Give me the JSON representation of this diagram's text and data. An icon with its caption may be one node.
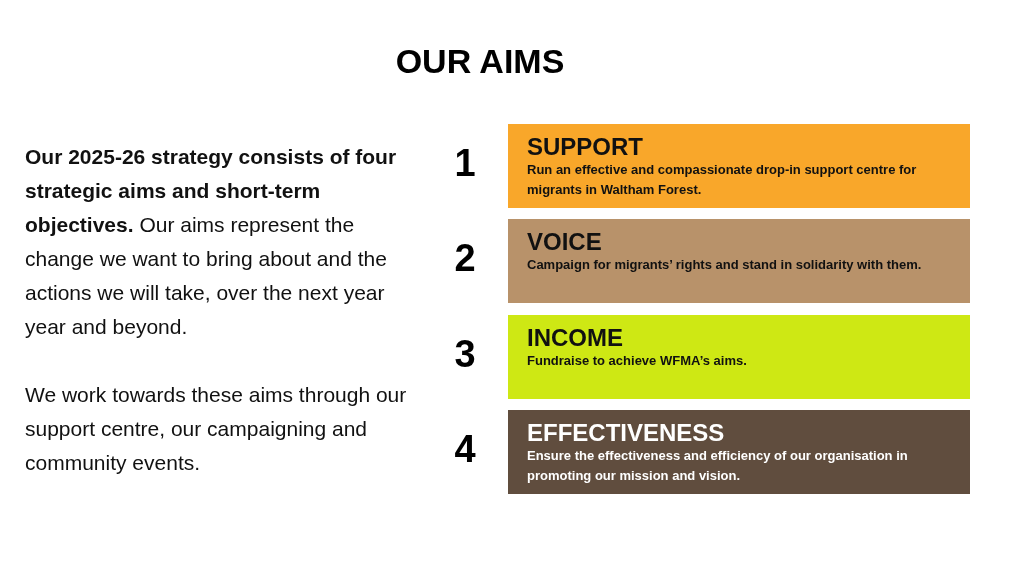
{
  "diagram": {
    "title": "OUR AIMS",
    "nodes": [
      {
        "text": [
          "SUPPORT",
          "Run an effective and compassionate drop-in support centre for migrants in Waltham Forest."
        ],
        "beside": [
          "1"
        ]
      },
      {
        "text": [
          "VOICE",
          "Campaign for migrants’ rights and stand in solidarity with them."
        ],
        "beside": [
          "2"
        ]
      },
      {
        "text": [
          "INCOME",
          "Fundraise to achieve WFMA’s aims."
        ],
        "beside": [
          "3"
        ]
      },
      {
        "text": [
          "EFFECTIVENESS",
          "Ensure the effectiveness and efficiency of our organisation in promoting our mission and vision."
        ],
        "beside": [
          "4"
        ]
      }
    ],
    "labels": [
      "**Our 2025-26 strategy consists of four strategic aims and short-term objectives.** Our aims represent the change we want to bring about and the actions we will take, over the next year year and beyond.",
      "We work towards these aims through our support centre, our campaigning and community events."
    ]
  }
}
